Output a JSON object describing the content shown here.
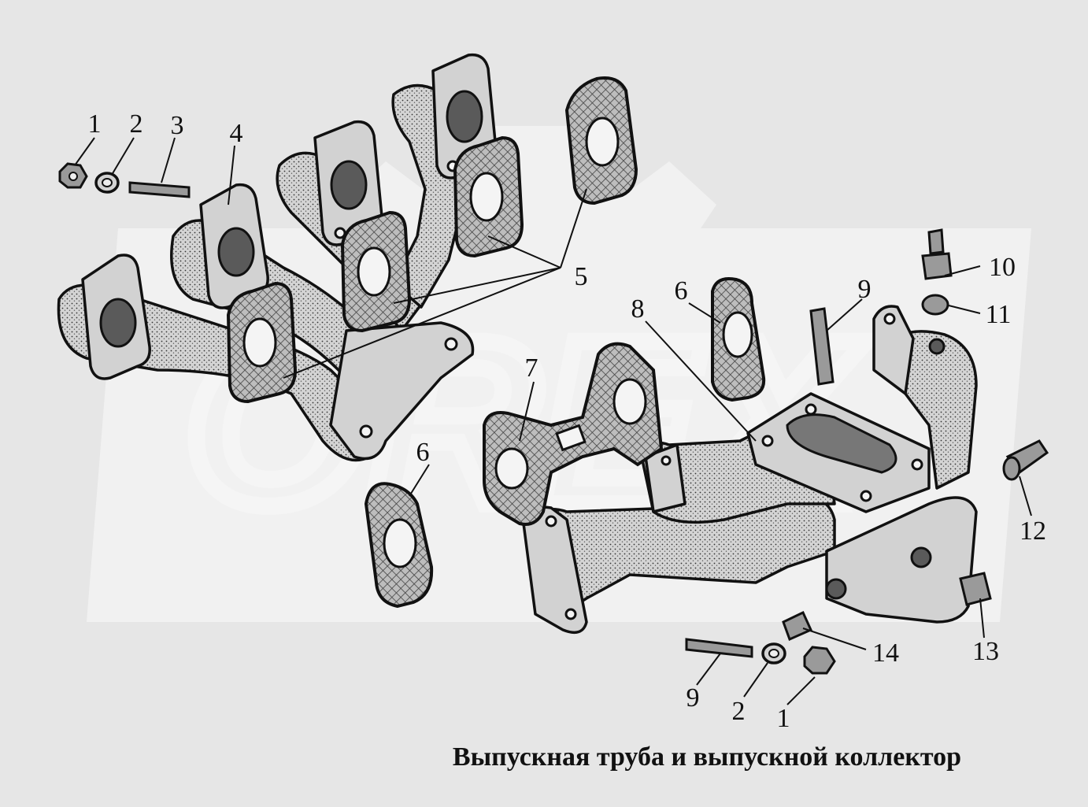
{
  "caption": "Выпускная труба и выпускной коллектор",
  "watermark": "OREX",
  "callouts": [
    {
      "id": "c1a",
      "text": "1"
    },
    {
      "id": "c2a",
      "text": "2"
    },
    {
      "id": "c3",
      "text": "3"
    },
    {
      "id": "c4",
      "text": "4"
    },
    {
      "id": "c5",
      "text": "5"
    },
    {
      "id": "c6a",
      "text": "6"
    },
    {
      "id": "c6b",
      "text": "6"
    },
    {
      "id": "c7",
      "text": "7"
    },
    {
      "id": "c8",
      "text": "8"
    },
    {
      "id": "c9a",
      "text": "9"
    },
    {
      "id": "c10",
      "text": "10"
    },
    {
      "id": "c11",
      "text": "11"
    },
    {
      "id": "c12",
      "text": "12"
    },
    {
      "id": "c13",
      "text": "13"
    },
    {
      "id": "c14",
      "text": "14"
    },
    {
      "id": "c9b",
      "text": "9"
    },
    {
      "id": "c2b",
      "text": "2"
    },
    {
      "id": "c1b",
      "text": "1"
    }
  ]
}
